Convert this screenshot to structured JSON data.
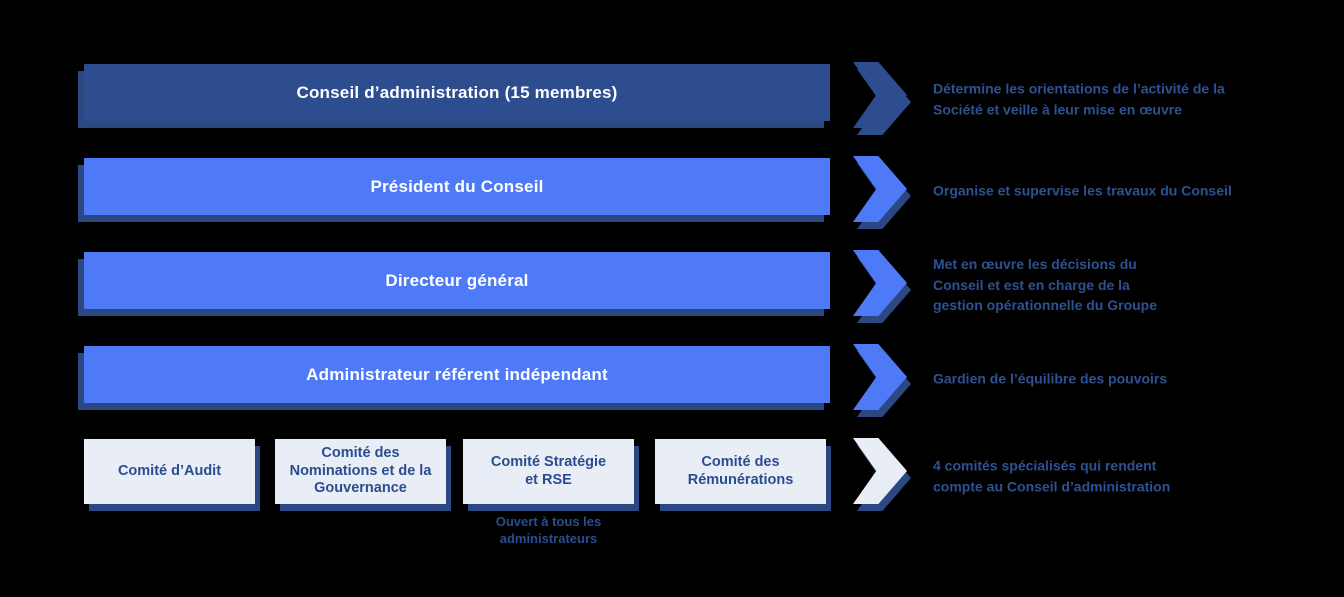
{
  "colors": {
    "background": "#000000",
    "dark_navy": "#2d4d8e",
    "shadow_navy": "#2c4882",
    "light_blue": "#4e79f7",
    "pale_box_fill": "#e9edf5",
    "text_navy": "#2e5192",
    "bar_text": "#ffffff"
  },
  "rows": [
    {
      "label": "Conseil d’administration (15 membres)",
      "desc": "Détermine les orientations de l’activité de la\nSociété et veille à leur mise en œuvre"
    },
    {
      "label": "Président du Conseil",
      "desc": "Organise et supervise les travaux du Conseil"
    },
    {
      "label": "Directeur général",
      "desc": "Met en œuvre les décisions du\nConseil et est en charge de la\ngestion opérationnelle du Groupe"
    },
    {
      "label": "Administrateur référent indépendant",
      "desc": "Gardien de l’équilibre des pouvoirs"
    }
  ],
  "committees": {
    "items": [
      {
        "label": "Comité d’Audit"
      },
      {
        "label": "Comité des\nNominations et de la\nGouvernance"
      },
      {
        "label": "Comité Stratégie\net RSE",
        "note": "Ouvert à tous les\nadministrateurs"
      },
      {
        "label": "Comité des\nRémunérations"
      }
    ],
    "desc": "4 comités spécialisés qui rendent\ncompte au Conseil d’administration"
  }
}
